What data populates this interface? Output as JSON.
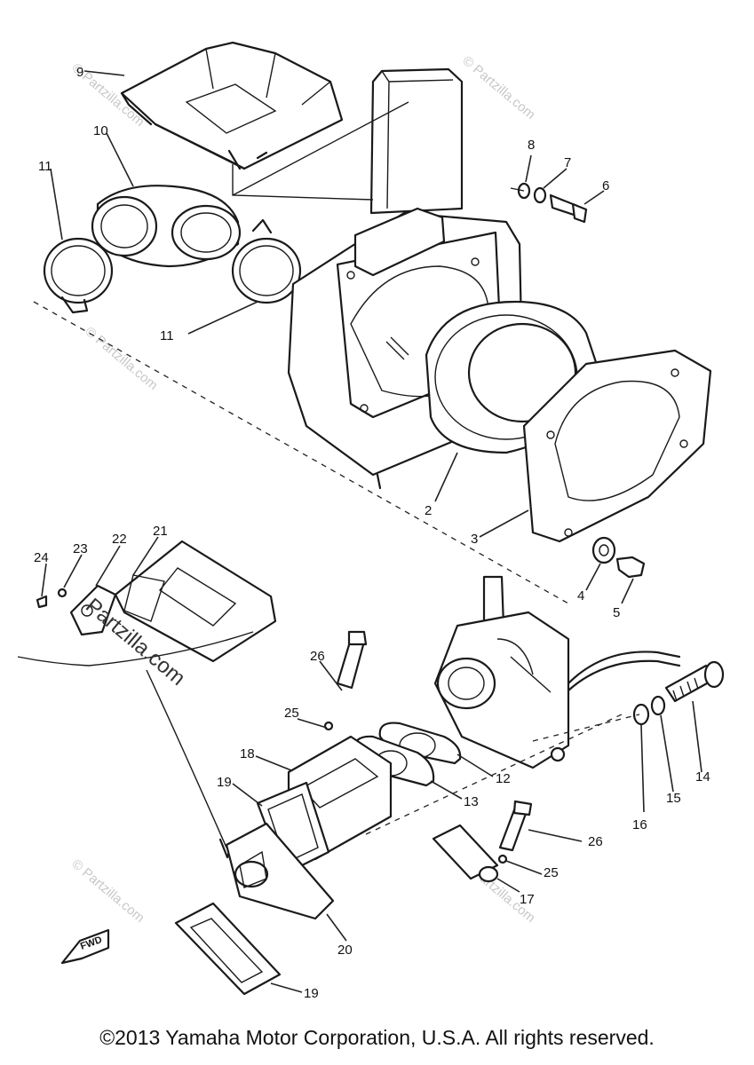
{
  "callouts": [
    {
      "id": "c9",
      "label": "9"
    },
    {
      "id": "c10",
      "label": "10"
    },
    {
      "id": "c11a",
      "label": "11"
    },
    {
      "id": "c11b",
      "label": "11"
    },
    {
      "id": "c8",
      "label": "8"
    },
    {
      "id": "c7",
      "label": "7"
    },
    {
      "id": "c6",
      "label": "6"
    },
    {
      "id": "c2",
      "label": "2"
    },
    {
      "id": "c3",
      "label": "3"
    },
    {
      "id": "c4",
      "label": "4"
    },
    {
      "id": "c5",
      "label": "5"
    },
    {
      "id": "c24",
      "label": "24"
    },
    {
      "id": "c23",
      "label": "23"
    },
    {
      "id": "c22",
      "label": "22"
    },
    {
      "id": "c21",
      "label": "21"
    },
    {
      "id": "c26a",
      "label": "26"
    },
    {
      "id": "c25a",
      "label": "25"
    },
    {
      "id": "c18",
      "label": "18"
    },
    {
      "id": "c19a",
      "label": "19"
    },
    {
      "id": "c12",
      "label": "12"
    },
    {
      "id": "c13",
      "label": "13"
    },
    {
      "id": "c14",
      "label": "14"
    },
    {
      "id": "c15",
      "label": "15"
    },
    {
      "id": "c16",
      "label": "16"
    },
    {
      "id": "c26b",
      "label": "26"
    },
    {
      "id": "c25b",
      "label": "25"
    },
    {
      "id": "c17",
      "label": "17"
    },
    {
      "id": "c20",
      "label": "20"
    },
    {
      "id": "c19b",
      "label": "19"
    }
  ],
  "fwd_label": "FWD",
  "watermark": "© Partzilla.com",
  "center_watermark": "Partzilla.com",
  "copyright": "©2013 Yamaha Motor Corporation, U.S.A. All rights reserved."
}
